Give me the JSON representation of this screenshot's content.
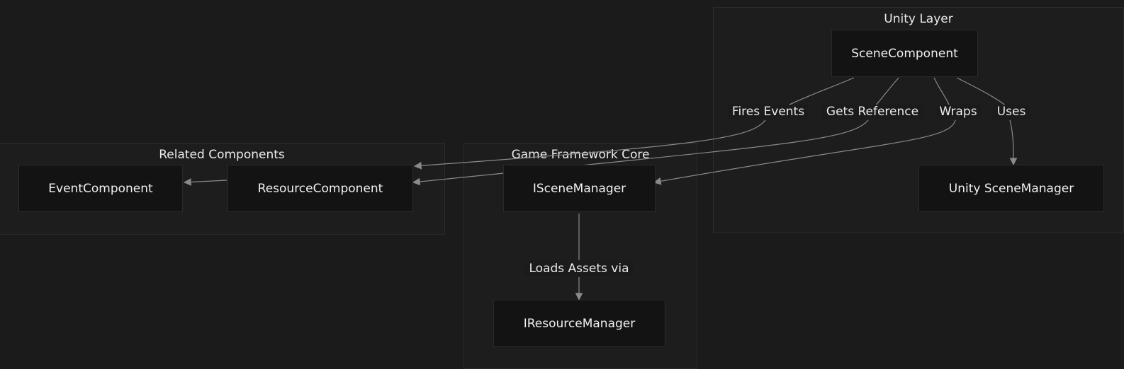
{
  "clusters": {
    "unity_layer": "Unity Layer",
    "related_components": "Related Components",
    "game_framework_core": "Game Framework Core"
  },
  "nodes": {
    "scene_component": "SceneComponent",
    "unity_scene_manager": "Unity SceneManager",
    "event_component": "EventComponent",
    "resource_component": "ResourceComponent",
    "iscene_manager": "ISceneManager",
    "iresource_manager": "IResourceManager"
  },
  "edges": {
    "fires_events": "Fires Events",
    "gets_reference": "Gets Reference",
    "wraps": "Wraps",
    "uses": "Uses",
    "loads_assets_via": "Loads Assets via"
  },
  "colors": {
    "background": "#1b1b1b",
    "node_fill": "#131313",
    "edge": "#8a8a8a"
  }
}
